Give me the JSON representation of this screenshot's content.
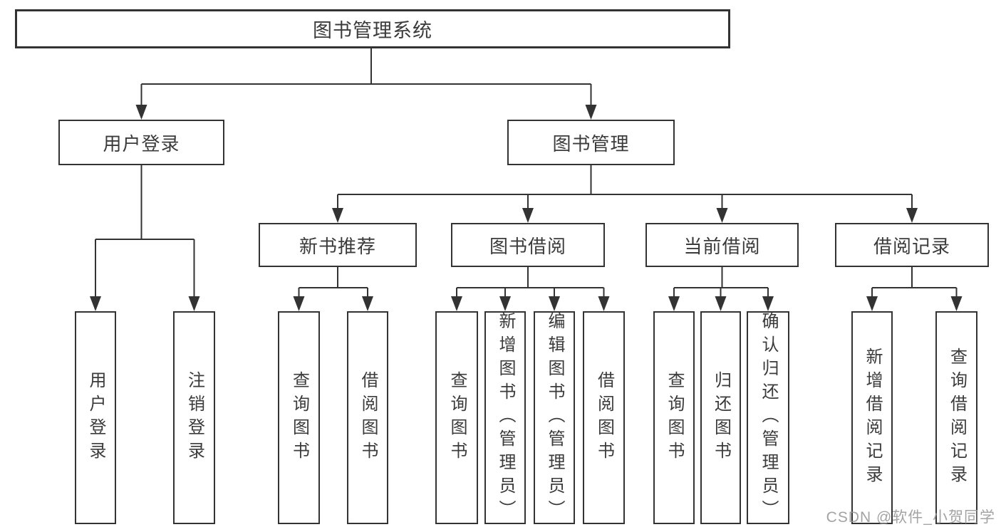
{
  "diagram": {
    "type": "hierarchy-tree",
    "root": {
      "label": "图书管理系统"
    },
    "level2": [
      {
        "label": "用户登录",
        "children": [
          {
            "label": "用户登录"
          },
          {
            "label": "注销登录"
          }
        ]
      },
      {
        "label": "图书管理",
        "children": [
          {
            "label": "新书推荐",
            "children": [
              {
                "label": "查询图书"
              },
              {
                "label": "借阅图书"
              }
            ]
          },
          {
            "label": "图书借阅",
            "children": [
              {
                "label": "查询图书"
              },
              {
                "label": "新增图书（管理员）"
              },
              {
                "label": "编辑图书（管理员）"
              },
              {
                "label": "借阅图书"
              }
            ]
          },
          {
            "label": "当前借阅",
            "children": [
              {
                "label": "查询图书"
              },
              {
                "label": "归还图书"
              },
              {
                "label": "确认归还（管理员）"
              }
            ]
          },
          {
            "label": "借阅记录",
            "children": [
              {
                "label": "新增借阅记录"
              },
              {
                "label": "查询借阅记录"
              }
            ]
          }
        ]
      }
    ],
    "colors": {
      "line": "#333333",
      "text": "#3b3b3b",
      "background": "#ffffff",
      "watermark": "#969696"
    }
  },
  "watermark": {
    "text": "CSDN @软件_小贺同学"
  }
}
